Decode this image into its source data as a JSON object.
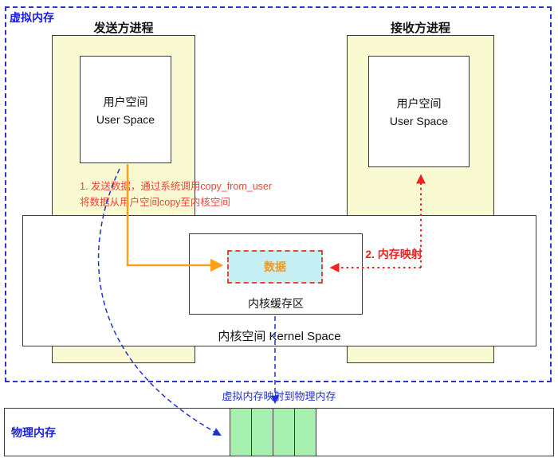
{
  "virtual_memory": {
    "label": "虚拟内存"
  },
  "sender": {
    "title": "发送方进程",
    "user_space": {
      "line1": "用户空间",
      "line2": "User Space"
    }
  },
  "receiver": {
    "title": "接收方进程",
    "user_space": {
      "line1": "用户空间",
      "line2": "User Space"
    }
  },
  "kernel": {
    "label": "内核空间 Kernel Space",
    "buffer_label": "内核缓存区",
    "data_label": "数据"
  },
  "annotations": {
    "step1_line1": "1. 发送数据，通过系统调用copy_from_user",
    "step1_line2": "将数据从用户空间copy至内核空间",
    "step2": "2. 内存映射",
    "mapping": "虚拟内存映射到物理内存"
  },
  "physical_memory": {
    "label": "物理内存"
  },
  "colors": {
    "process_fill": "#fafad2",
    "data_fill": "#c6eff4",
    "cell_fill": "#a8f0b0",
    "virtual_border": "#2a35d0",
    "arrow_orange": "#ff9f1c",
    "arrow_red": "#ee2222",
    "arrow_blue": "#2233cc"
  }
}
